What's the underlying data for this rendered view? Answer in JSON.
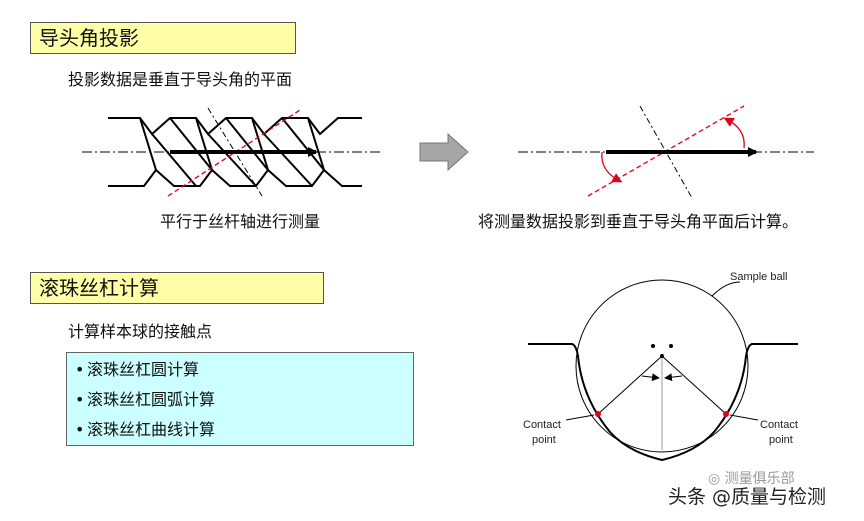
{
  "section1": {
    "title": "导头角投影",
    "subtitle": "投影数据是垂直于导头角的平面",
    "left_caption": "平行于丝杆轴进行测量",
    "right_caption": "将测量数据投影到垂直于导头角平面后计算。"
  },
  "section2": {
    "title": "滚珠丝杠计算",
    "subtitle": "计算样本球的接触点",
    "bullet": "•",
    "items": [
      "滚珠丝杠圆计算",
      "滚珠丝杠圆弧计算",
      "滚珠丝杠曲线计算"
    ]
  },
  "diagram": {
    "sample_ball_label": "Sample ball",
    "contact_left_line1": "Contact",
    "contact_left_line2": "point",
    "contact_right_line1": "Contact",
    "contact_right_line2": "point"
  },
  "colors": {
    "title_bg": "#ffffa8",
    "list_bg": "#ccffff",
    "red": "#e0001a",
    "arrow_gray": "#999999"
  },
  "watermark": {
    "main": "头条 @质量与检测",
    "secondary": "测量俱乐部"
  }
}
